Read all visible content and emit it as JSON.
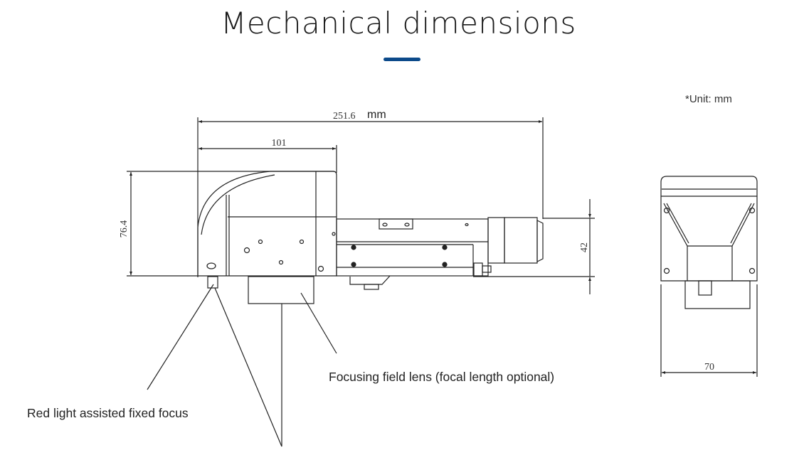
{
  "page": {
    "title": "Mechanical dimensions",
    "accent_color": "#0c4a8a",
    "unit_note": "*Unit: mm"
  },
  "diagram": {
    "side_view": {
      "overall_length": "251.6",
      "overall_length_unit": "mm",
      "head_length": "101",
      "head_height": "76.4",
      "tube_height": "42"
    },
    "front_view": {
      "width": "70"
    },
    "callouts": {
      "red_light": "Red light assisted fixed focus",
      "field_lens": "Focusing field lens (focal length optional)"
    }
  }
}
